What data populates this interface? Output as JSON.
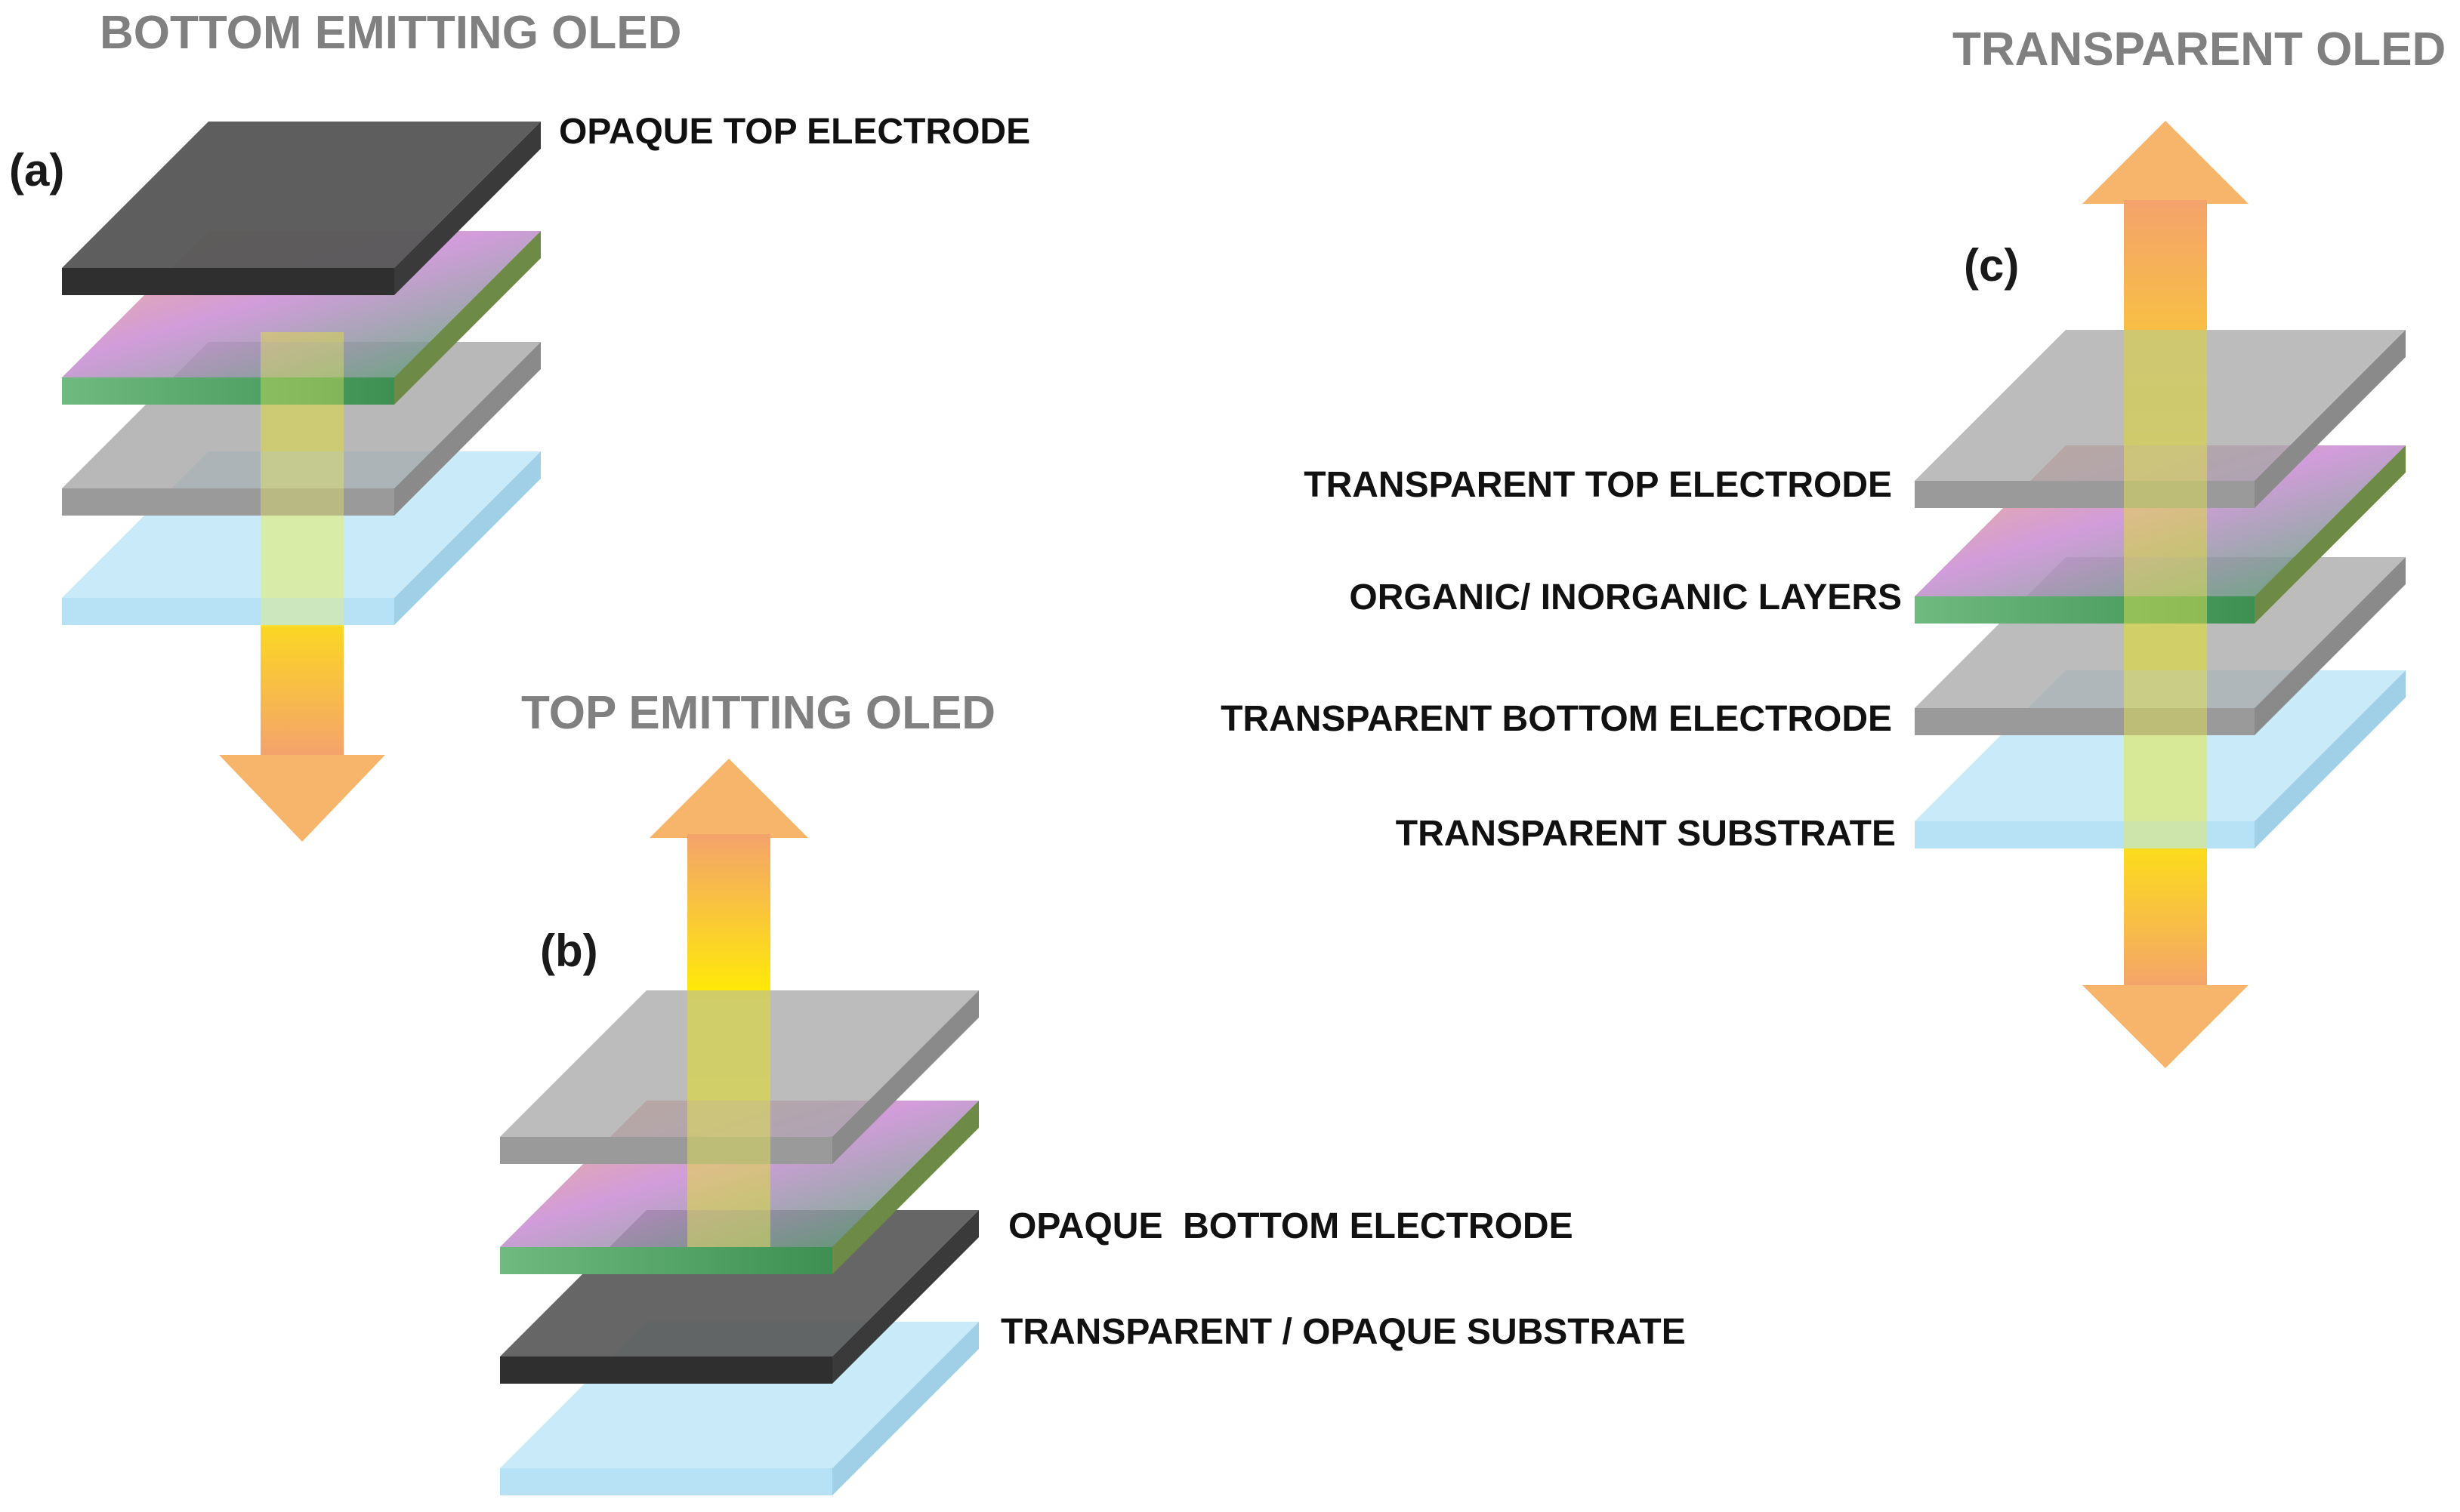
{
  "panels": {
    "a": {
      "title": "BOTTOM EMITTING OLED",
      "tag": "(a)",
      "labels": {
        "top_electrode": "OPAQUE TOP ELECTRODE"
      }
    },
    "b": {
      "title": "TOP EMITTING OLED",
      "tag": "(b)",
      "labels": {
        "bottom_electrode": "OPAQUE  BOTTOM ELECTRODE",
        "substrate": "TRANSPARENT / OPAQUE SUBSTRATE"
      }
    },
    "c": {
      "title": "TRANSPARENT OLED",
      "tag": "(c)",
      "labels": {
        "top_electrode": "TRANSPARENT TOP ELECTRODE",
        "organic_layers": "ORGANIC/ INORGANIC LAYERS",
        "bottom_electrode": "TRANSPARENT BOTTOM ELECTRODE",
        "substrate": "TRANSPARENT SUBSTRATE"
      }
    }
  },
  "colors": {
    "opaque_electrode": "#4a4a4a",
    "transparent_electrode": "#a6a6a6",
    "substrate": "#bfe6f7",
    "organic_top": "#f2a46b",
    "organic_mid": "#c77fd1",
    "organic_bottom": "#3f9e5b",
    "light_yellow": "#ffff00",
    "light_orange": "#f3a46c"
  }
}
